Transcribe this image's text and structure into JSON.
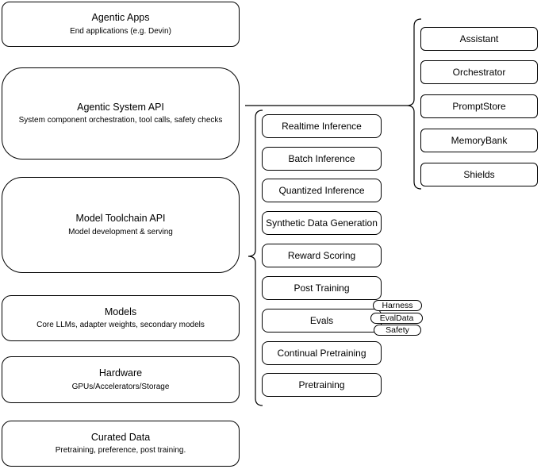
{
  "diagram": {
    "colors": {
      "stroke": "#000000",
      "background": "#ffffff"
    },
    "stack": [
      {
        "title": "Agentic Apps",
        "subtitle": "End applications (e.g. Devin)"
      },
      {
        "title": "Agentic System API",
        "subtitle": "System component orchestration, tool calls, safety checks"
      },
      {
        "title": "Model Toolchain API",
        "subtitle": "Model development & serving"
      },
      {
        "title": "Models",
        "subtitle": "Core LLMs, adapter weights, secondary models"
      },
      {
        "title": "Hardware",
        "subtitle": "GPUs/Accelerators/Storage"
      },
      {
        "title": "Curated Data",
        "subtitle": "Pretraining, preference, post training."
      }
    ],
    "toolchain_components": [
      "Realtime Inference",
      "Batch Inference",
      "Quantized Inference",
      "Synthetic Data Generation",
      "Reward Scoring",
      "Post Training",
      "Evals",
      "Continual Pretraining",
      "Pretraining"
    ],
    "evals_badges": [
      "Harness",
      "EvalData",
      "Safety"
    ],
    "system_components": [
      "Assistant",
      "Orchestrator",
      "PromptStore",
      "MemoryBank",
      "Shields"
    ]
  }
}
